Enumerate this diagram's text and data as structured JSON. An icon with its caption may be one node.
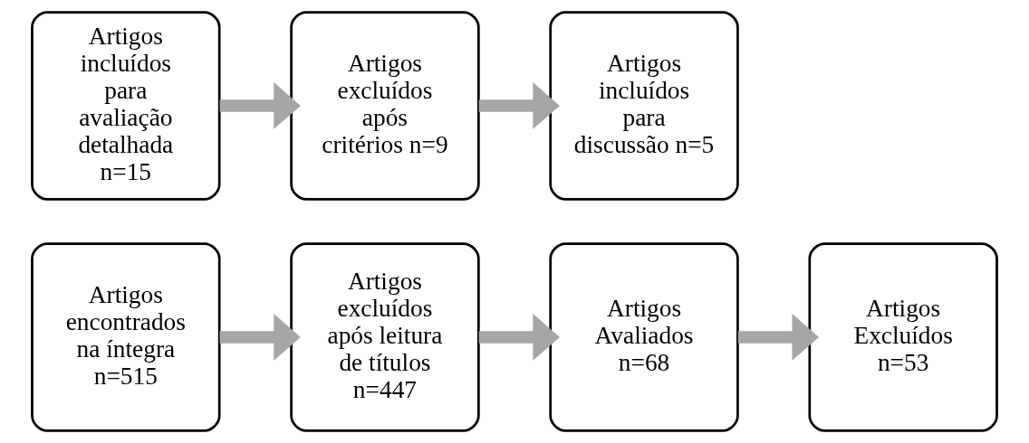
{
  "diagram": {
    "nodes": [
      {
        "text": [
          "Artigos encontrados na íntegra n=515"
        ]
      },
      {
        "text": [
          "Artigos excluídos após leitura de títulos n=447"
        ]
      },
      {
        "text": [
          "Artigos Avaliados n=68"
        ]
      },
      {
        "text": [
          "Artigos Excluídos n=53"
        ]
      },
      {
        "text": [
          "Artigos incluídos para avaliação detalhada n=15"
        ]
      },
      {
        "text": [
          "Artigos excluídos após critérios n=9"
        ]
      },
      {
        "text": [
          "Artigos incluídos para discussão n=5"
        ]
      }
    ],
    "edges": [
      {
        "from": 0,
        "to": 1,
        "arrow": "to"
      },
      {
        "from": 1,
        "to": 2,
        "arrow": "to"
      },
      {
        "from": 2,
        "to": 3,
        "arrow": "to"
      },
      {
        "from": 4,
        "to": 5,
        "arrow": "to"
      },
      {
        "from": 5,
        "to": 6,
        "arrow": "to"
      }
    ]
  }
}
